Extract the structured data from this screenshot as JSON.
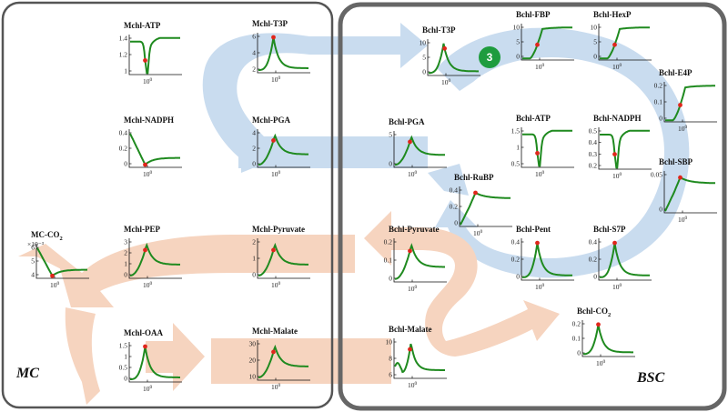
{
  "regions": {
    "mc": "MC",
    "bsc": "BSC"
  },
  "badge": "3",
  "colors": {
    "blue_arrow": "#c9dcef",
    "orange_arrow": "#f6d4bf",
    "curve": "#1f8a1f",
    "marker": "#e0261c",
    "badge": "#1e9c3e",
    "mc_border": "#555555",
    "bsc_border": "#666666"
  },
  "panels": [
    {
      "id": "mchl-atp",
      "title": "Mchl-ATP",
      "yticks": [
        "1.4",
        "1.2",
        "1"
      ],
      "xtick": "10^0",
      "shape": "dip-recover",
      "marker_t": 0.3
    },
    {
      "id": "mchl-t3p",
      "title": "Mchl-T3P",
      "yticks": [
        "6",
        "4",
        "2"
      ],
      "xtick": "10^0",
      "shape": "spike-decay",
      "marker_t": 0.3
    },
    {
      "id": "mchl-nadph",
      "title": "Mchl-NADPH",
      "yticks": [
        "0.4",
        "0.2",
        "0"
      ],
      "xtick": "10^0",
      "shape": "fall-rise",
      "marker_t": 0.3
    },
    {
      "id": "mchl-pga",
      "title": "Mchl-PGA",
      "yticks": [
        "4",
        "2",
        "0"
      ],
      "xtick": "10^0",
      "shape": "peak",
      "marker_t": 0.3
    },
    {
      "id": "mc-co2",
      "title": "MC-CO2",
      "exp": "×10⁻³",
      "yticks": [
        "6",
        "5",
        "4"
      ],
      "xtick": "10^0",
      "shape": "fall-rise",
      "marker_t": 0.3
    },
    {
      "id": "mchl-pep",
      "title": "Mchl-PEP",
      "yticks": [
        "3",
        "2",
        "1",
        "0"
      ],
      "xtick": "10^0",
      "shape": "peak",
      "marker_t": 0.3
    },
    {
      "id": "mchl-pyruvate",
      "title": "Mchl-Pyruvate",
      "yticks": [
        "2",
        "1",
        "0"
      ],
      "xtick": "10^0",
      "shape": "peak",
      "marker_t": 0.3
    },
    {
      "id": "mchl-oaa",
      "title": "Mchl-OAA",
      "yticks": [
        "1.5",
        "1",
        "0.5",
        "0"
      ],
      "xtick": "10^0",
      "shape": "spike-decay",
      "marker_t": 0.3
    },
    {
      "id": "mchl-malate",
      "title": "Mchl-Malate",
      "yticks": [
        "30",
        "20",
        "10"
      ],
      "xtick": "10^0",
      "shape": "peak",
      "marker_t": 0.3
    },
    {
      "id": "bchl-t3p",
      "title": "Bchl-T3P",
      "yticks": [
        "10",
        "5",
        "0"
      ],
      "xtick": "10^0",
      "shape": "spike-decay",
      "marker_t": 0.32
    },
    {
      "id": "bchl-fbp",
      "title": "Bchl-FBP",
      "yticks": [
        "10",
        "5",
        "0"
      ],
      "xtick": "10^0",
      "shape": "rise",
      "marker_t": 0.3
    },
    {
      "id": "bchl-hexp",
      "title": "Bchl-HexP",
      "yticks": [
        "10",
        "5",
        "0"
      ],
      "xtick": "10^0",
      "shape": "rise",
      "marker_t": 0.3
    },
    {
      "id": "bchl-e4p",
      "title": "Bchl-E4P",
      "yticks": [
        "0.2",
        "0.1",
        "0"
      ],
      "xtick": "10^0",
      "shape": "rise",
      "marker_t": 0.3
    },
    {
      "id": "bchl-pga",
      "title": "Bchl-PGA",
      "yticks": [
        "5",
        "0"
      ],
      "xtick": "10^0",
      "shape": "peak",
      "marker_t": 0.3
    },
    {
      "id": "bchl-atp",
      "title": "Bchl-ATP",
      "yticks": [
        "1.5",
        "1",
        "0.5"
      ],
      "xtick": "10^0",
      "shape": "dip-recover",
      "marker_t": 0.3
    },
    {
      "id": "bchl-nadph",
      "title": "Bchl-NADPH",
      "yticks": [
        "0.5",
        "0.4",
        "0.3",
        "0.2"
      ],
      "xtick": "10^0",
      "shape": "dip-recover",
      "marker_t": 0.3
    },
    {
      "id": "bchl-rubp",
      "title": "Bchl-RuBP",
      "yticks": [
        "0.4",
        "0.2",
        "0"
      ],
      "xtick": "10^0",
      "shape": "rise-overshoot",
      "marker_t": 0.3
    },
    {
      "id": "bchl-sbp",
      "title": "Bchl-SBP",
      "yticks": [
        "0.05",
        "0"
      ],
      "xtick": "10^0",
      "shape": "rise-overshoot",
      "marker_t": 0.3
    },
    {
      "id": "bchl-pyruvate",
      "title": "Bchl-Pyruvate",
      "yticks": [
        "0.2",
        "0.1",
        "0"
      ],
      "xtick": "10^0",
      "shape": "peak",
      "marker_t": 0.3
    },
    {
      "id": "bchl-pent",
      "title": "Bchl-Pent",
      "yticks": [
        "0.4",
        "0.2",
        "0"
      ],
      "xtick": "10^0",
      "shape": "spike-decay",
      "marker_t": 0.3
    },
    {
      "id": "bchl-s7p",
      "title": "Bchl-S7P",
      "yticks": [
        "0.4",
        "0.2",
        "0"
      ],
      "xtick": "10^0",
      "shape": "spike-decay",
      "marker_t": 0.3
    },
    {
      "id": "bchl-malate",
      "title": "Bchl-Malate",
      "yticks": [
        "10",
        "8",
        "6"
      ],
      "xtick": "10^0",
      "shape": "wobble-peak",
      "marker_t": 0.3
    },
    {
      "id": "bchl-co2",
      "title": "Bchl-CO2",
      "yticks": [
        "0.2",
        "0.1",
        "0"
      ],
      "xtick": "10^0",
      "shape": "spike-decay",
      "marker_t": 0.3
    }
  ]
}
